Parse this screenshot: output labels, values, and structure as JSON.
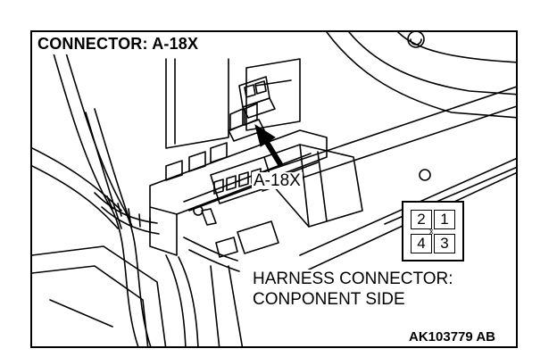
{
  "title": "CONNECTOR: A-18X",
  "callout": "A-18X",
  "note_line1": "HARNESS CONNECTOR:",
  "note_line2": "CONPONENT SIDE",
  "code": "AK103779 AB",
  "pins": {
    "top_left": "2",
    "top_right": "1",
    "bottom_left": "4",
    "bottom_right": "3",
    "center_mark": "x"
  }
}
